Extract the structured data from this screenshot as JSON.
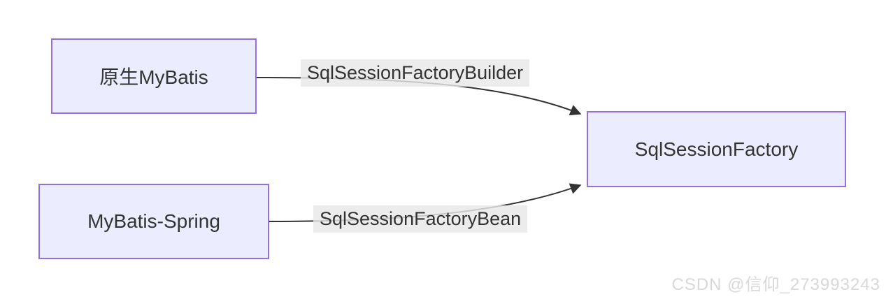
{
  "diagram": {
    "type": "flowchart-left-right",
    "nodes": [
      {
        "id": "native",
        "label": "原生MyBatis"
      },
      {
        "id": "spring",
        "label": "MyBatis-Spring"
      },
      {
        "id": "factory",
        "label": "SqlSessionFactory"
      }
    ],
    "edges": [
      {
        "from": "native",
        "to": "factory",
        "label": "SqlSessionFactoryBuilder"
      },
      {
        "from": "spring",
        "to": "factory",
        "label": "SqlSessionFactoryBean"
      }
    ],
    "colors": {
      "node_fill": "#ECECFF",
      "node_border": "#9370DB",
      "edge_stroke": "#333333",
      "edge_label_bg": "#e8e8e8",
      "text": "#333333",
      "watermark": "#d8d8d8",
      "background": "#ffffff"
    }
  },
  "watermark": {
    "text": "CSDN @信仰_273993243"
  }
}
